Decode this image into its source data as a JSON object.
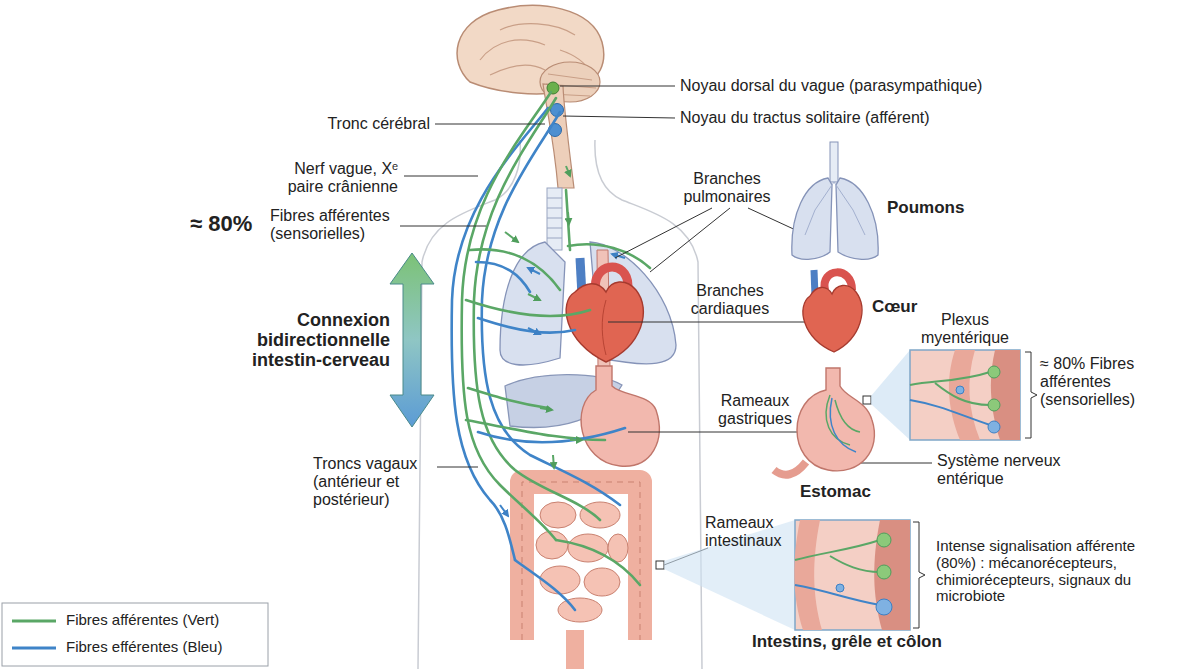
{
  "diagram": {
    "labels": [
      "Noyau dorsal du vague (parasympathique)",
      "Tronc cérébral",
      "Noyau du tractus solitaire (afférent)",
      "Nerf vague, Xᵉ paire crânienne",
      "Branches pulmonaires",
      "≈ 80%",
      "Fibres afférentes (sensorielles)",
      "Poumons",
      "Branches cardiaques",
      "Cœur",
      "Plexus myentérique",
      "Connexion bidirectionnelle intestin-cerveau",
      "≈ 80% Fibres afférentes (sensorielles)",
      "Rameaux gastriques",
      "Système nerveux entérique",
      "Troncs vagaux (antérieur et postérieur)",
      "Estomac",
      "Rameaux intestinaux",
      "Intense signalisation afférente (80%) : mécanorécepteurs, chimiorécepteurs, signaux du microbiote",
      "Intestins, grêle et côlon"
    ],
    "legend": [
      {
        "text": "Fibres afférentes (Vert)"
      },
      {
        "text": "Fibres efférentes (Bleu)"
      }
    ]
  }
}
